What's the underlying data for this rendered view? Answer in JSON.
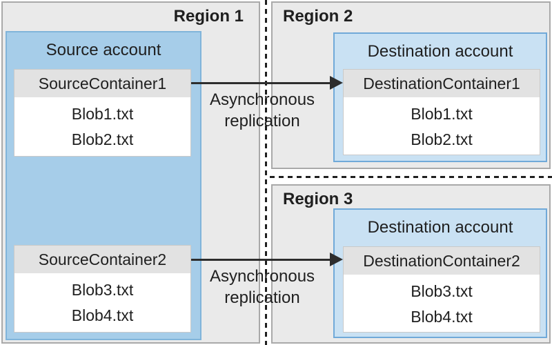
{
  "regions": [
    {
      "label": "Region 1"
    },
    {
      "label": "Region 2"
    },
    {
      "label": "Region 3"
    }
  ],
  "source_account": {
    "title": "Source account",
    "containers": [
      {
        "name": "SourceContainer1",
        "blobs": [
          "Blob1.txt",
          "Blob2.txt"
        ]
      },
      {
        "name": "SourceContainer2",
        "blobs": [
          "Blob3.txt",
          "Blob4.txt"
        ]
      }
    ]
  },
  "destination_accounts": [
    {
      "title": "Destination account",
      "container": {
        "name": "DestinationContainer1",
        "blobs": [
          "Blob1.txt",
          "Blob2.txt"
        ]
      }
    },
    {
      "title": "Destination account",
      "container": {
        "name": "DestinationContainer2",
        "blobs": [
          "Blob3.txt",
          "Blob4.txt"
        ]
      }
    }
  ],
  "arrows": [
    {
      "label": "Asynchronous\nreplication"
    },
    {
      "label": "Asynchronous\nreplication"
    }
  ],
  "colors": {
    "region_fill": "#eaeaea",
    "region_border": "#a9a9a9",
    "source_account_fill": "#a6cde9",
    "source_account_border": "#80b4da",
    "destination_account_fill": "#c9e1f3",
    "destination_account_border": "#70a9d8",
    "container_header_fill": "#e2e2e2",
    "container_body_fill": "#ffffff",
    "arrow_color": "#2d2d2d",
    "dashed_divider_color": "#1f1f1f",
    "text_color": "#1f1f1f"
  }
}
